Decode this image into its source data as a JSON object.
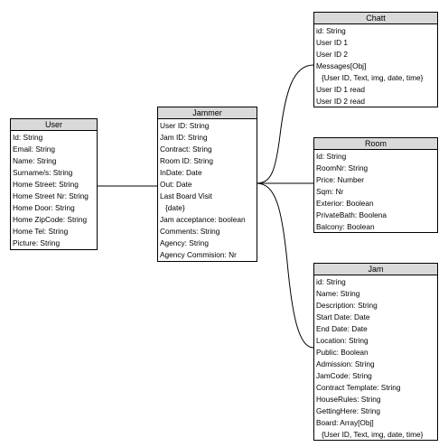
{
  "entities": {
    "user": {
      "title": "User",
      "fields": [
        "Id: String",
        "Email: String",
        "Name: String",
        "Surname/s: String",
        "Home Street: String",
        "Home Street Nr: String",
        "Home Door: String",
        "Home ZipCode: String",
        "Home Tel: String",
        "Picture: String"
      ]
    },
    "jammer": {
      "title": "Jammer",
      "fields": [
        "User ID: String",
        "Jam ID: String",
        "Contract: String",
        "Room ID: String",
        "InDate: Date",
        "Out: Date",
        "Last Board Visit",
        "{date}",
        "Jam acceptance: boolean",
        "Comments: String",
        "Agency: String",
        "Agency Commision: Nr"
      ]
    },
    "chatt": {
      "title": "Chatt",
      "fields": [
        "id: String",
        "User ID 1",
        "User ID 2",
        "Messages[Obj]",
        "{User ID, Text, img, date, time}",
        "User ID 1 read",
        "User ID 2 read"
      ]
    },
    "room": {
      "title": "Room",
      "fields": [
        "Id: String",
        "RoomNr: String",
        "Price: Number",
        "Sqm: Nr",
        "Exterior: Boolean",
        "PrivateBath: Boolena",
        "Balcony: Boolean"
      ]
    },
    "jam": {
      "title": "Jam",
      "fields": [
        "id: String",
        "Name: String",
        "Description: String",
        "Start Date: Date",
        "End Date: Date",
        "Location: String",
        "Public: Boolean",
        "Admission: String",
        "JamCode: String",
        "Contract Template: String",
        "HouseRules: String",
        "GettingHere: String",
        "Board: Array[Obj]",
        "{User ID, Text, img, date, time}"
      ]
    }
  }
}
